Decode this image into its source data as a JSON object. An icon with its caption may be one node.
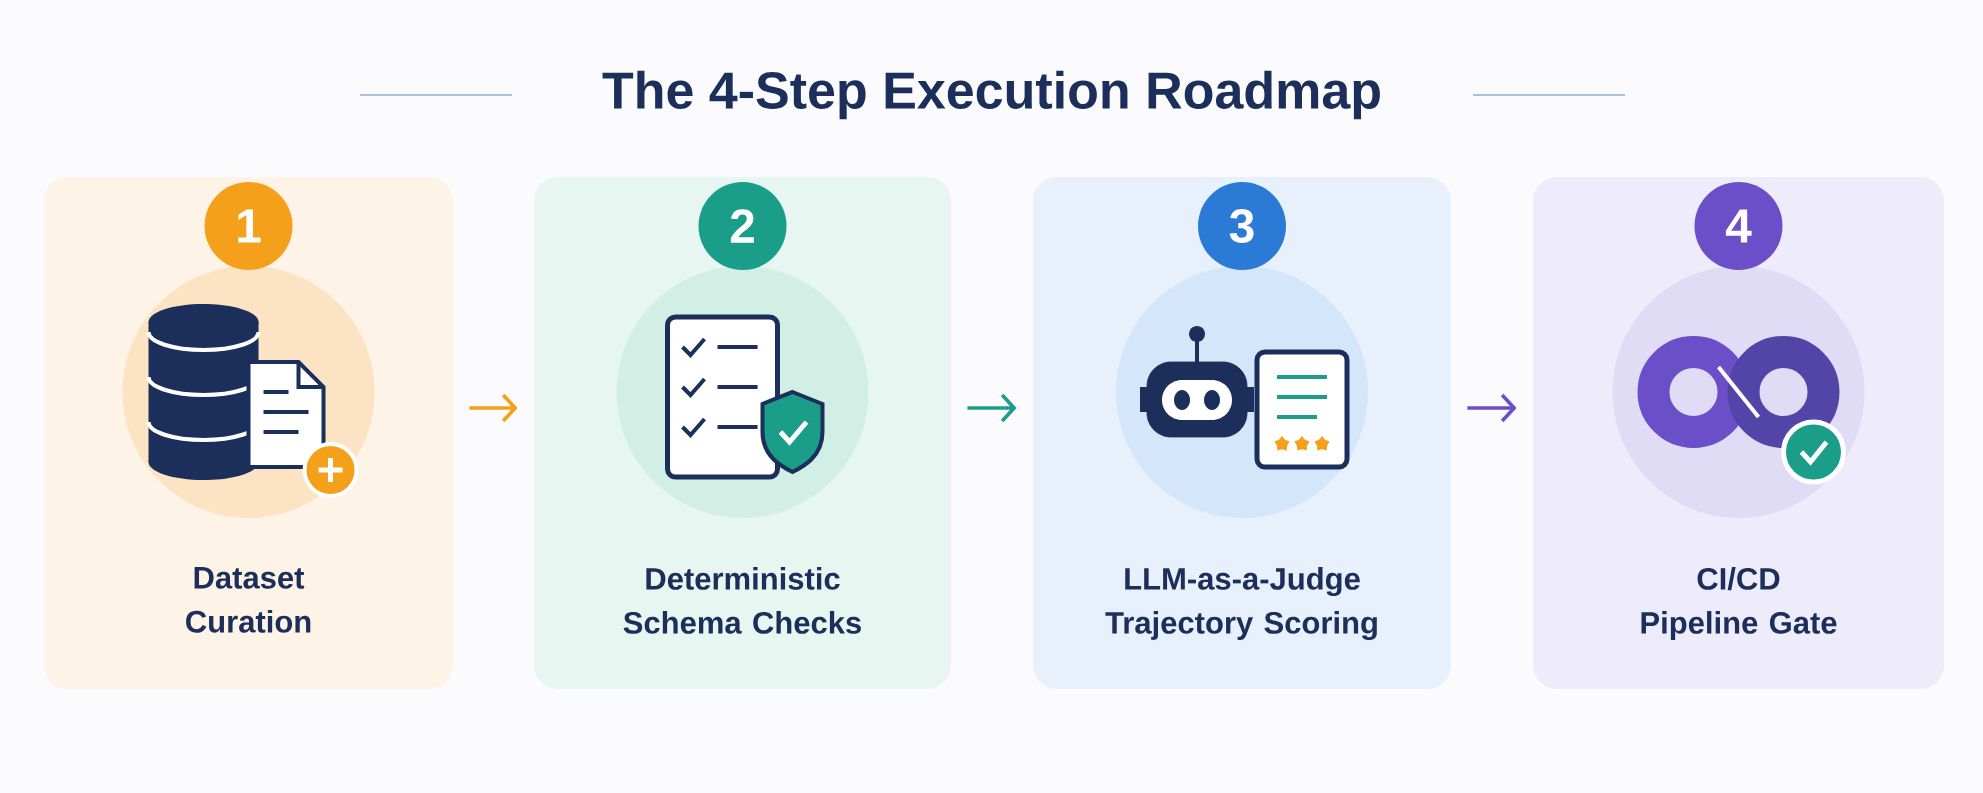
{
  "diagram": {
    "title": "The 4-Step Execution Roadmap",
    "nodes": [
      {
        "text": [
          "Dataset Curation"
        ]
      },
      {
        "text": [
          "1"
        ],
        "in": 0
      },
      {
        "text": [
          "Deterministic Schema Checks"
        ]
      },
      {
        "text": [
          "2"
        ],
        "in": 2
      },
      {
        "text": [
          "LLM-as-a-Judge Trajectory Scoring"
        ]
      },
      {
        "text": [
          "3"
        ],
        "in": 4
      },
      {
        "text": [
          "CI/CD Pipeline Gate"
        ]
      },
      {
        "text": [
          "4"
        ],
        "in": 6
      }
    ],
    "edges": [
      {
        "from": 0,
        "to": 2,
        "arrow": "to",
        "color": "#f5a01a"
      },
      {
        "from": 2,
        "to": 4,
        "arrow": "to",
        "color": "#1a9e8a"
      },
      {
        "from": 4,
        "to": 6,
        "arrow": "to",
        "color": "#6a4fc8"
      }
    ]
  }
}
